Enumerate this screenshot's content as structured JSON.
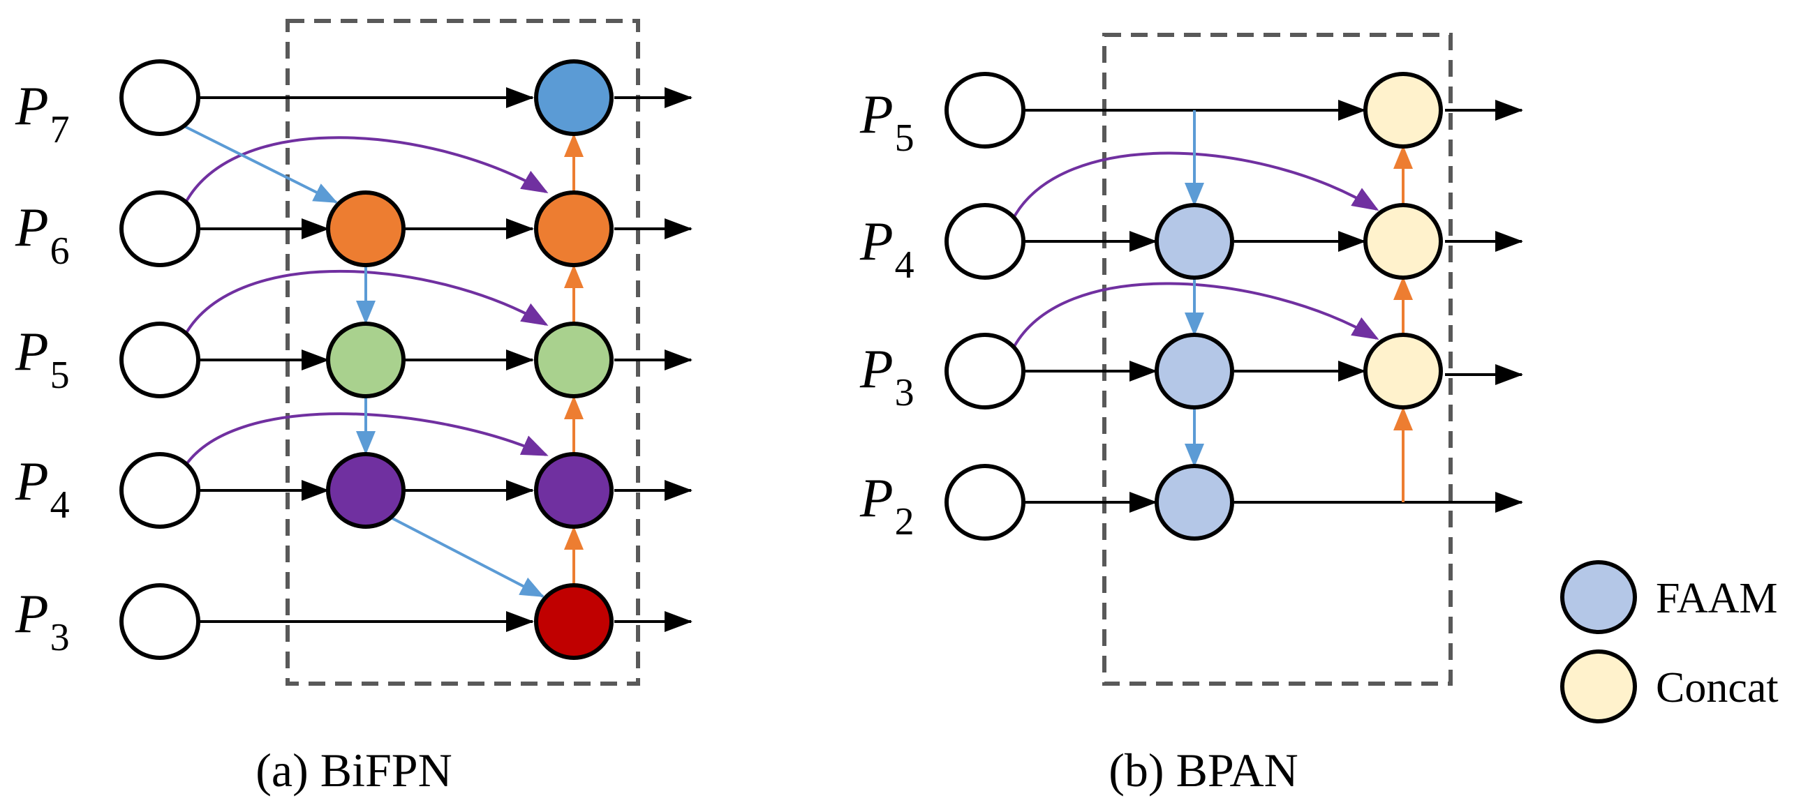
{
  "panels": [
    {
      "id": "bifpn",
      "caption": "(a) BiFPN",
      "levels": [
        {
          "base": "P",
          "sub": "7"
        },
        {
          "base": "P",
          "sub": "6"
        },
        {
          "base": "P",
          "sub": "5"
        },
        {
          "base": "P",
          "sub": "4"
        },
        {
          "base": "P",
          "sub": "3"
        }
      ]
    },
    {
      "id": "bpan",
      "caption": "(b) BPAN",
      "levels": [
        {
          "base": "P",
          "sub": "5"
        },
        {
          "base": "P",
          "sub": "4"
        },
        {
          "base": "P",
          "sub": "3"
        },
        {
          "base": "P",
          "sub": "2"
        }
      ]
    }
  ],
  "legend": [
    {
      "label": "FAAM",
      "color": "#b4c7e7"
    },
    {
      "label": "Concat",
      "color": "#fff2cc"
    }
  ],
  "colors": {
    "p7_node": "#5b9bd5",
    "p6_node": "#ed7d31",
    "p5_node": "#a9d18e",
    "p4_node": "#7030a0",
    "p3_node": "#c00000",
    "faam": "#b4c7e7",
    "concat": "#fff2cc",
    "input": "#ffffff",
    "arrow_top_down": "#5b9bd5",
    "arrow_bottom_up": "#ed7d31",
    "arrow_skip": "#7030a0",
    "arrow_main": "#000000",
    "box_dash": "#595959"
  }
}
